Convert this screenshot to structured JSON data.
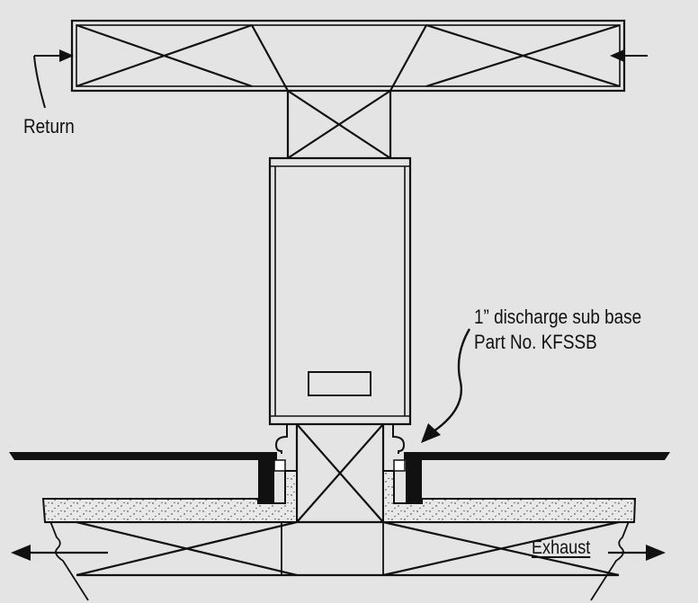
{
  "labels": {
    "return": "Return",
    "subbase_line1": "1” discharge sub base",
    "subbase_line2": "Part No.  KFSSB",
    "exhaust": "Exhaust"
  },
  "colors": {
    "background": "#e4e4e4",
    "line": "#111111",
    "insulation": "#e8e8e8"
  }
}
